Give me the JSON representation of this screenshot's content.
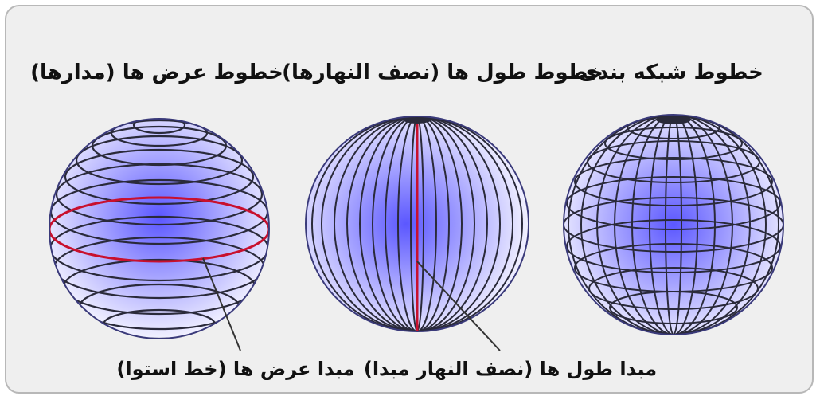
{
  "titles": {
    "latitudes": "خطوط عرض ها (مدارها)",
    "longitudes": "خطوط طول ها (نصف النهارها)",
    "grid": "خطوط شبکه بندی"
  },
  "labels": {
    "equator": "مبدا عرض ها (خط استوا)",
    "prime_meridian": "مبدا طول ها (نصف النهار مبدا)"
  },
  "colors": {
    "globe_core": "#5b57ff",
    "globe_edge": "#ffffff",
    "line": "#2a2a3a",
    "highlight": "#c8102e",
    "background": "#efefef"
  }
}
